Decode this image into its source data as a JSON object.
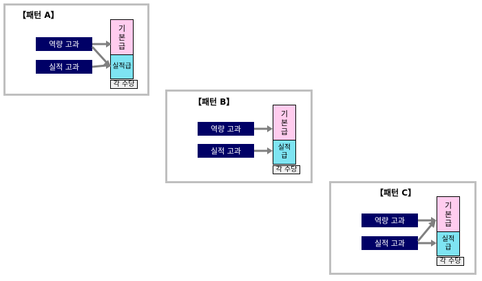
{
  "pattern_a": {
    "title": "【패턴 A】",
    "competency": "역량 고과",
    "performance": "실적 고과",
    "base_pay": "기\n본\n급",
    "performance_pay": "실적급",
    "allowance": "각 수당"
  },
  "pattern_b": {
    "title": "【패턴 B】",
    "competency": "역량 고과",
    "performance": "실적 고과",
    "base_pay": "기\n본\n급",
    "performance_pay": "실적\n급",
    "allowance": "각 수당"
  },
  "pattern_c": {
    "title": "【패턴 C】",
    "competency": "역량 고과",
    "performance": "실적 고과",
    "base_pay": "기\n본\n급",
    "performance_pay": "실적\n급",
    "allowance": "각 수당"
  },
  "colors": {
    "evaluation_box": "#000066",
    "base_pay_box": "#ffccee",
    "performance_pay_box": "#7ee4f2",
    "arrow": "#808080",
    "panel_border": "#bfbfbf"
  }
}
